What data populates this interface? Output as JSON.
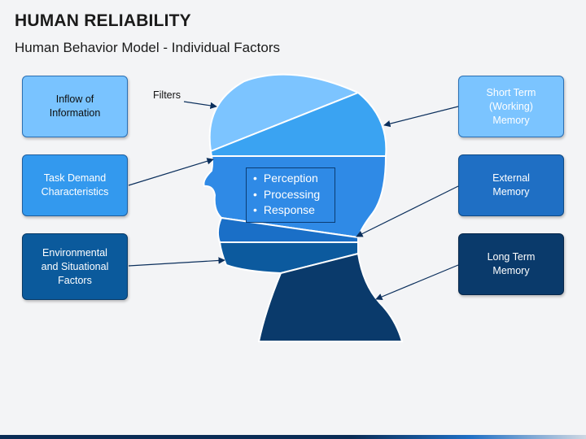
{
  "header": {
    "title": "HUMAN RELIABILITY",
    "subtitle": "Human Behavior Model - Individual Factors"
  },
  "left_boxes": [
    {
      "label": "Inflow of\nInformation",
      "color": "#79c3ff"
    },
    {
      "label": "Task Demand\nCharacteristics",
      "color": "#3399ee"
    },
    {
      "label": "Environmental\nand Situational\nFactors",
      "color": "#0b5a9c"
    }
  ],
  "right_boxes": [
    {
      "label": "Short Term\n(Working)\nMemory",
      "color": "#7bc4ff"
    },
    {
      "label": "External\nMemory",
      "color": "#1f6fc4"
    },
    {
      "label": "Long Term\nMemory",
      "color": "#0a3a6b"
    }
  ],
  "filters_label": "Filters",
  "head_processes": [
    "Perception",
    "Processing",
    "Response"
  ],
  "head_colors": [
    "#7cc4ff",
    "#3aa3f2",
    "#2f8ae6",
    "#1a6fc7",
    "#0c5a9e",
    "#0a3a6b"
  ]
}
